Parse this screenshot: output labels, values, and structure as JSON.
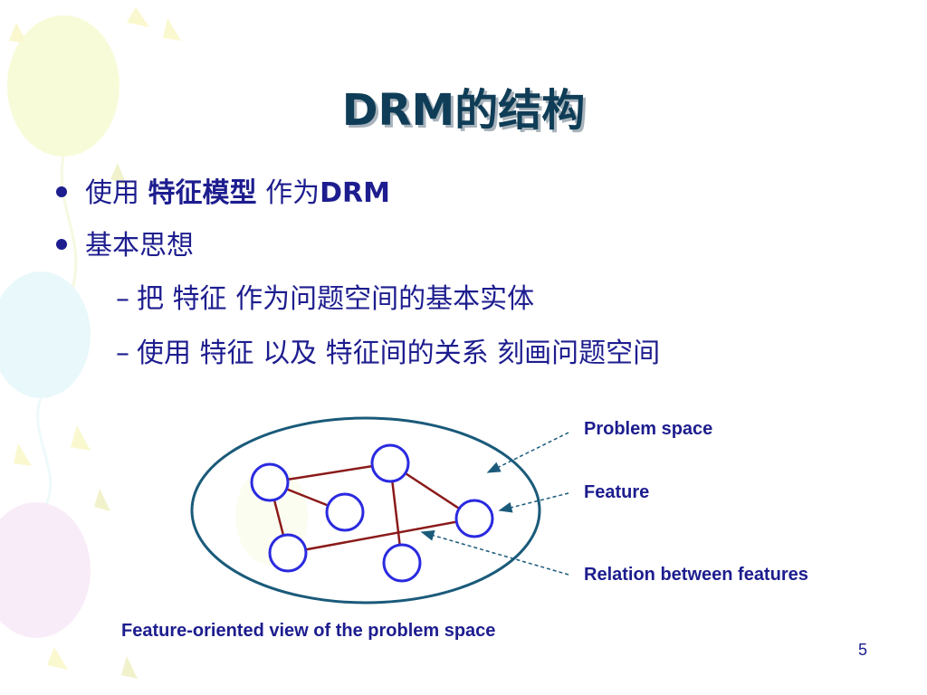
{
  "slide": {
    "title": "DRM的结构",
    "page_number": "5"
  },
  "bullets": [
    {
      "pre": "使用 ",
      "bold": "特征模型",
      "post": " 作为",
      "tail_bold": "DRM"
    },
    {
      "text": "基本思想"
    }
  ],
  "sub_bullets": [
    {
      "dash": "–",
      "text": "把  特征  作为问题空间的基本实体"
    },
    {
      "dash": "–",
      "text": "使用  特征  以及  特征间的关系  刻画问题空间"
    }
  ],
  "diagram": {
    "labels": {
      "problem_space": "Problem space",
      "feature": "Feature",
      "relation": "Relation between features"
    },
    "caption": "Feature-oriented view of the problem space"
  },
  "colors": {
    "text": "#1d1d8f",
    "title": "#0f3d57",
    "ellipse": "#1a5a7a",
    "node": "#2a2ae0",
    "edge": "#8b1a1a",
    "arrow": "#1a5a7a"
  }
}
